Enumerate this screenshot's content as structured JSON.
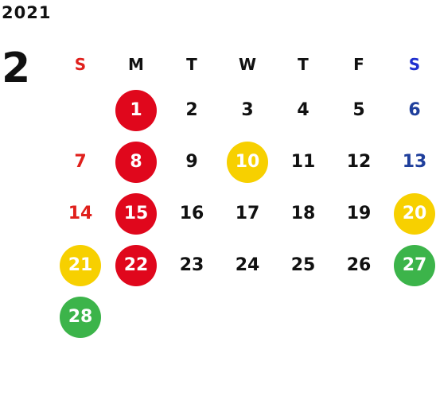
{
  "year": "2021",
  "month": "2",
  "weekdays": [
    {
      "label": "S",
      "color": "#e0201c"
    },
    {
      "label": "M",
      "color": "#111111"
    },
    {
      "label": "T",
      "color": "#111111"
    },
    {
      "label": "W",
      "color": "#111111"
    },
    {
      "label": "T",
      "color": "#111111"
    },
    {
      "label": "F",
      "color": "#111111"
    },
    {
      "label": "S",
      "color": "#1f2fcf"
    }
  ],
  "colors": {
    "sunday": "#e0201c",
    "saturday": "#1f3f9c",
    "weekday": "#111111",
    "red_fill": "#e0071c",
    "yellow_fill": "#f7d000",
    "green_fill": "#3cb44a",
    "on_fill": "#ffffff"
  },
  "weeks": [
    [
      null,
      {
        "day": "1",
        "fill": "red"
      },
      {
        "day": "2"
      },
      {
        "day": "3"
      },
      {
        "day": "4"
      },
      {
        "day": "5"
      },
      {
        "day": "6",
        "text": "saturday"
      }
    ],
    [
      {
        "day": "7",
        "text": "sunday"
      },
      {
        "day": "8",
        "fill": "red"
      },
      {
        "day": "9"
      },
      {
        "day": "10",
        "fill": "yellow"
      },
      {
        "day": "11"
      },
      {
        "day": "12"
      },
      {
        "day": "13",
        "text": "saturday"
      }
    ],
    [
      {
        "day": "14",
        "text": "sunday"
      },
      {
        "day": "15",
        "fill": "red"
      },
      {
        "day": "16"
      },
      {
        "day": "17"
      },
      {
        "day": "18"
      },
      {
        "day": "19"
      },
      {
        "day": "20",
        "fill": "yellow"
      }
    ],
    [
      {
        "day": "21",
        "fill": "yellow"
      },
      {
        "day": "22",
        "fill": "red"
      },
      {
        "day": "23"
      },
      {
        "day": "24"
      },
      {
        "day": "25"
      },
      {
        "day": "26"
      },
      {
        "day": "27",
        "fill": "green"
      }
    ],
    [
      {
        "day": "28",
        "fill": "green"
      },
      null,
      null,
      null,
      null,
      null,
      null
    ]
  ]
}
